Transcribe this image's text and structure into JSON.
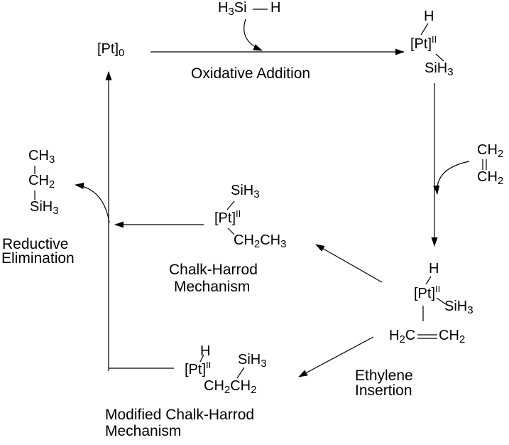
{
  "diagram_type": "reaction-mechanism-cycle",
  "colors": {
    "ink": "#000000",
    "background": "#ffffff"
  },
  "species": {
    "pt0": {
      "core": "[Pt]",
      "charge_sub": "0"
    },
    "silane": {
      "h_si": "H",
      "h_si_sub": "3",
      "si": "Si",
      "h": "H"
    },
    "pt_hydride_silyl_top": {
      "h_ligand": "H",
      "core": "[Pt]",
      "oxidation_state": "II",
      "silyl": "SiH",
      "silyl_sub": "3"
    },
    "ethylene_stacked": {
      "top_c": "CH",
      "top_sub": "2",
      "bottom_c": "CH",
      "bottom_sub": "2"
    },
    "pt_hydride_silyl_ethylene": {
      "h_ligand": "H",
      "core": "[Pt]",
      "oxidation_state": "II",
      "silyl": "SiH",
      "silyl_sub": "3",
      "eth_h": "H",
      "eth_h_sub": "2",
      "eth_c": "C",
      "eth_ch": "CH",
      "eth_ch_sub": "2"
    },
    "pt_silyl_ethyl": {
      "silyl": "SiH",
      "silyl_sub": "3",
      "core": "[Pt]",
      "oxidation_state": "II",
      "ethyl_1": "CH",
      "ethyl_1_sub": "2",
      "ethyl_2": "CH",
      "ethyl_2_sub": "3"
    },
    "pt_hydride_silylethyl": {
      "h_ligand": "H",
      "core": "[Pt]",
      "oxidation_state": "II",
      "silyl": "SiH",
      "silyl_sub": "3",
      "chain_1": "CH",
      "chain_1_sub": "2",
      "chain_2": "CH",
      "chain_2_sub": "2"
    },
    "product_ethylsilane": {
      "c1": "CH",
      "c1_sub": "3",
      "c2": "CH",
      "c2_sub": "2",
      "si": "SiH",
      "si_sub": "3"
    }
  },
  "labels": {
    "oxidative_addition": "Oxidative Addition",
    "ethylene_insertion_line1": "Ethylene",
    "ethylene_insertion_line2": "Insertion",
    "chalk_harrod_line1": "Chalk-Harrod",
    "chalk_harrod_line2": "Mechanism",
    "modified_chalk_harrod_line1": "Modified Chalk-Harrod",
    "modified_chalk_harrod_line2": "Mechanism",
    "reductive_elimination_line1": "Reductive",
    "reductive_elimination_line2": "Elimination"
  }
}
